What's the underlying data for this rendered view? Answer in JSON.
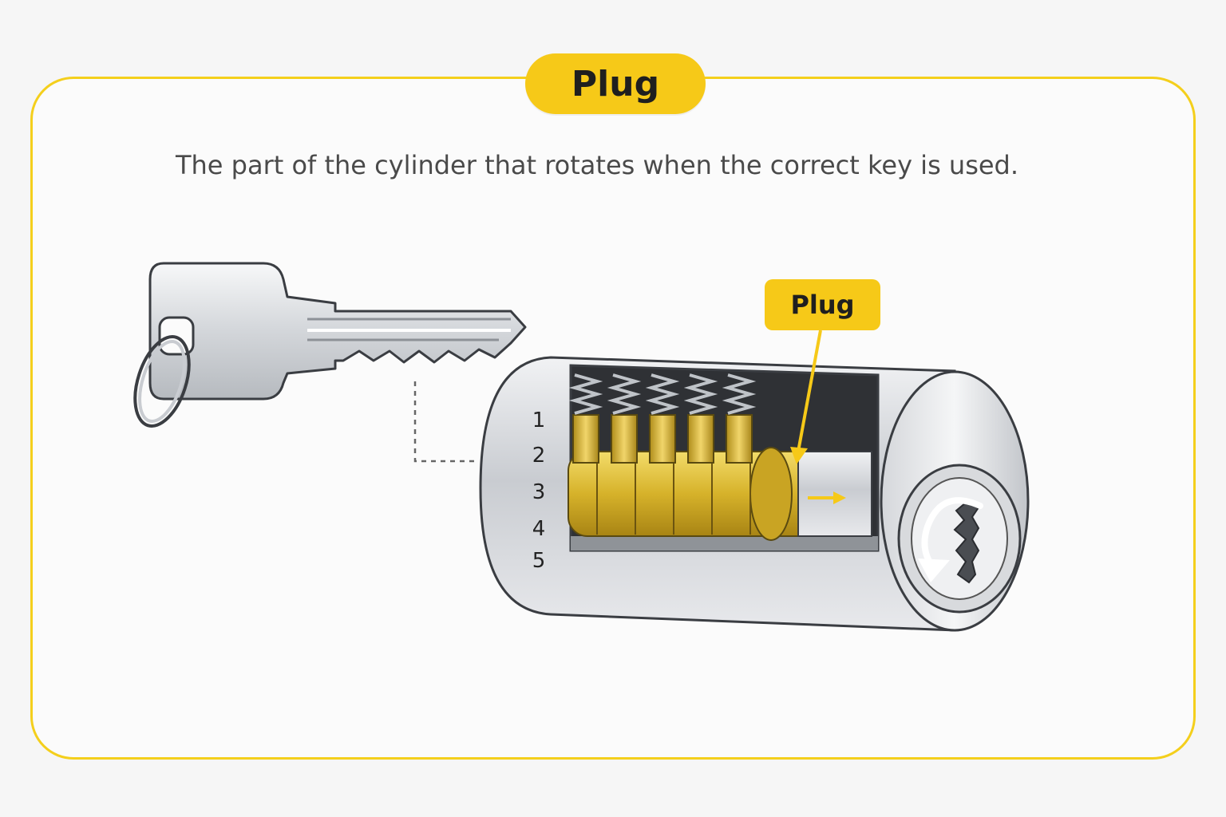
{
  "header": {
    "title": "Plug",
    "description": "The part of the cylinder that rotates when the correct key is used."
  },
  "diagram": {
    "callout_label": "Plug",
    "pin_numbers": [
      "1",
      "2",
      "3",
      "4",
      "5"
    ]
  },
  "colors": {
    "accent": "#f6c918",
    "border": "#f4cf1c",
    "brass": "#d9b52a",
    "steel": "#cfd2d6"
  },
  "icons": [
    "key-icon",
    "lock-cylinder-icon",
    "rotate-arrow-icon"
  ]
}
